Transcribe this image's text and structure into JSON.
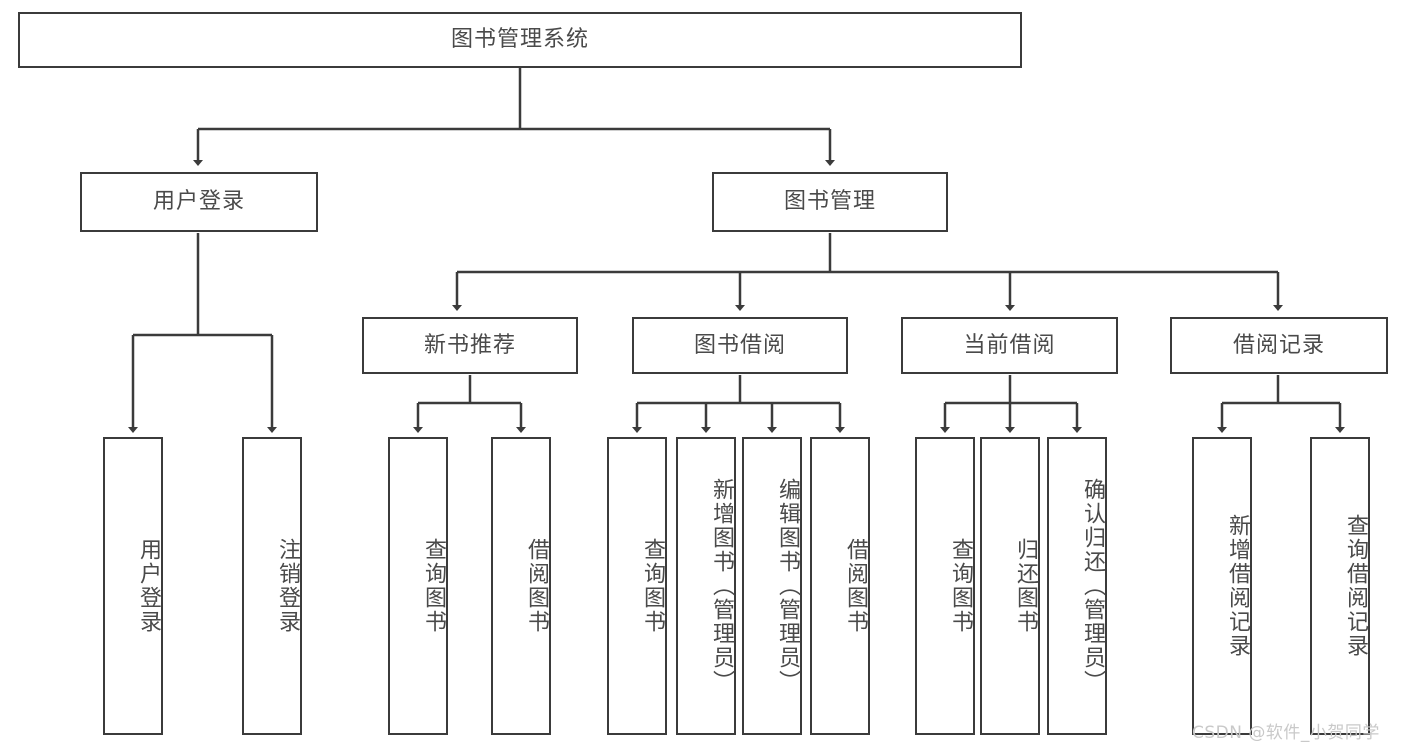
{
  "diagram": {
    "type": "tree-hierarchy",
    "title": "图书管理系统",
    "root": {
      "label": "图书管理系统",
      "level": 0
    },
    "level1": [
      {
        "label": "用户登录"
      },
      {
        "label": "图书管理"
      }
    ],
    "level2": [
      {
        "label": "新书推荐",
        "parent": "图书管理"
      },
      {
        "label": "图书借阅",
        "parent": "图书管理"
      },
      {
        "label": "当前借阅",
        "parent": "图书管理"
      },
      {
        "label": "借阅记录",
        "parent": "图书管理"
      }
    ],
    "leaves": {
      "user_login": [
        {
          "label": "用户登录"
        },
        {
          "label": "注销登录"
        }
      ],
      "new_book_recommend": [
        {
          "label": "查询图书"
        },
        {
          "label": "借阅图书"
        }
      ],
      "book_borrow": [
        {
          "label": "查询图书"
        },
        {
          "label": "新增图书（管理员）"
        },
        {
          "label": "编辑图书（管理员）"
        },
        {
          "label": "借阅图书"
        }
      ],
      "current_borrow": [
        {
          "label": "查询图书"
        },
        {
          "label": "归还图书"
        },
        {
          "label": "确认归还（管理员）"
        }
      ],
      "borrow_record": [
        {
          "label": "新增借阅记录"
        },
        {
          "label": "查询借阅记录"
        }
      ]
    }
  },
  "watermark": {
    "text": "CSDN @软件_小贺同学"
  },
  "colors": {
    "border": "#3b3b3b",
    "text": "#4a4a4a",
    "connector": "#3b3b3b",
    "background": "#ffffff",
    "watermark": "#c9c9c9"
  }
}
